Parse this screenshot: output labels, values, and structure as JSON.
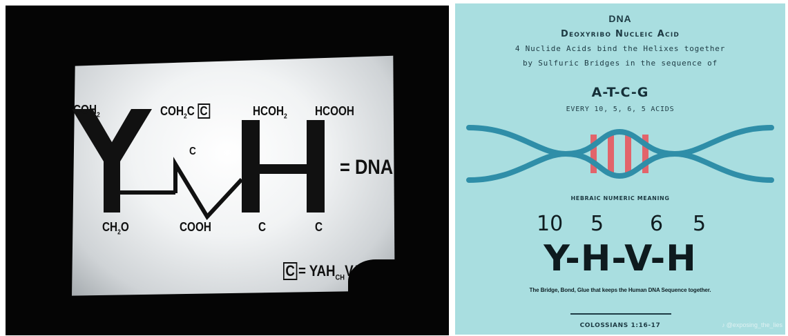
{
  "left_slide": {
    "top_labels": [
      "COH",
      "COH",
      "C",
      "HCOH",
      "HCOOH"
    ],
    "subscripts": [
      "2",
      "2",
      "2"
    ],
    "boxed_c": "C",
    "middle_c": "C",
    "equals_dna": "= DNA",
    "bottom_labels": [
      "CH",
      "O",
      "COOH",
      "C",
      "C"
    ],
    "ch2o_sub": "2",
    "legend": {
      "boxed": "C",
      "text": "= YAH",
      "sub": "CH",
      "tail": "VAU"
    }
  },
  "right_card": {
    "title": "DNA",
    "subtitle": "Deoxyribo Nucleic Acid",
    "line1": "4 Nuclide Acids bind the Helixes together",
    "line2": "by Sulfuric Bridges in the sequence of",
    "sequence": "A-T-C-G",
    "every": "EVERY 10, 5, 6, 5 ACIDS",
    "hebraic_label": "HEBRAIC NUMERIC MEANING",
    "numbers": [
      "10",
      "5",
      "6",
      "5"
    ],
    "letters": "Y-H-V-H",
    "bridge_text": "The Bridge, Bond, Glue that keeps the Human DNA Sequence together.",
    "verse": "COLOSSIANS 1:16-17",
    "watermark": "@exposing_the_lies",
    "colors": {
      "background": "#a9dee0",
      "helix": "#2f8ea8",
      "rungs": "#e2646b",
      "text": "#1d3a43"
    }
  },
  "icons": {
    "tiktok": "tiktok-icon"
  }
}
